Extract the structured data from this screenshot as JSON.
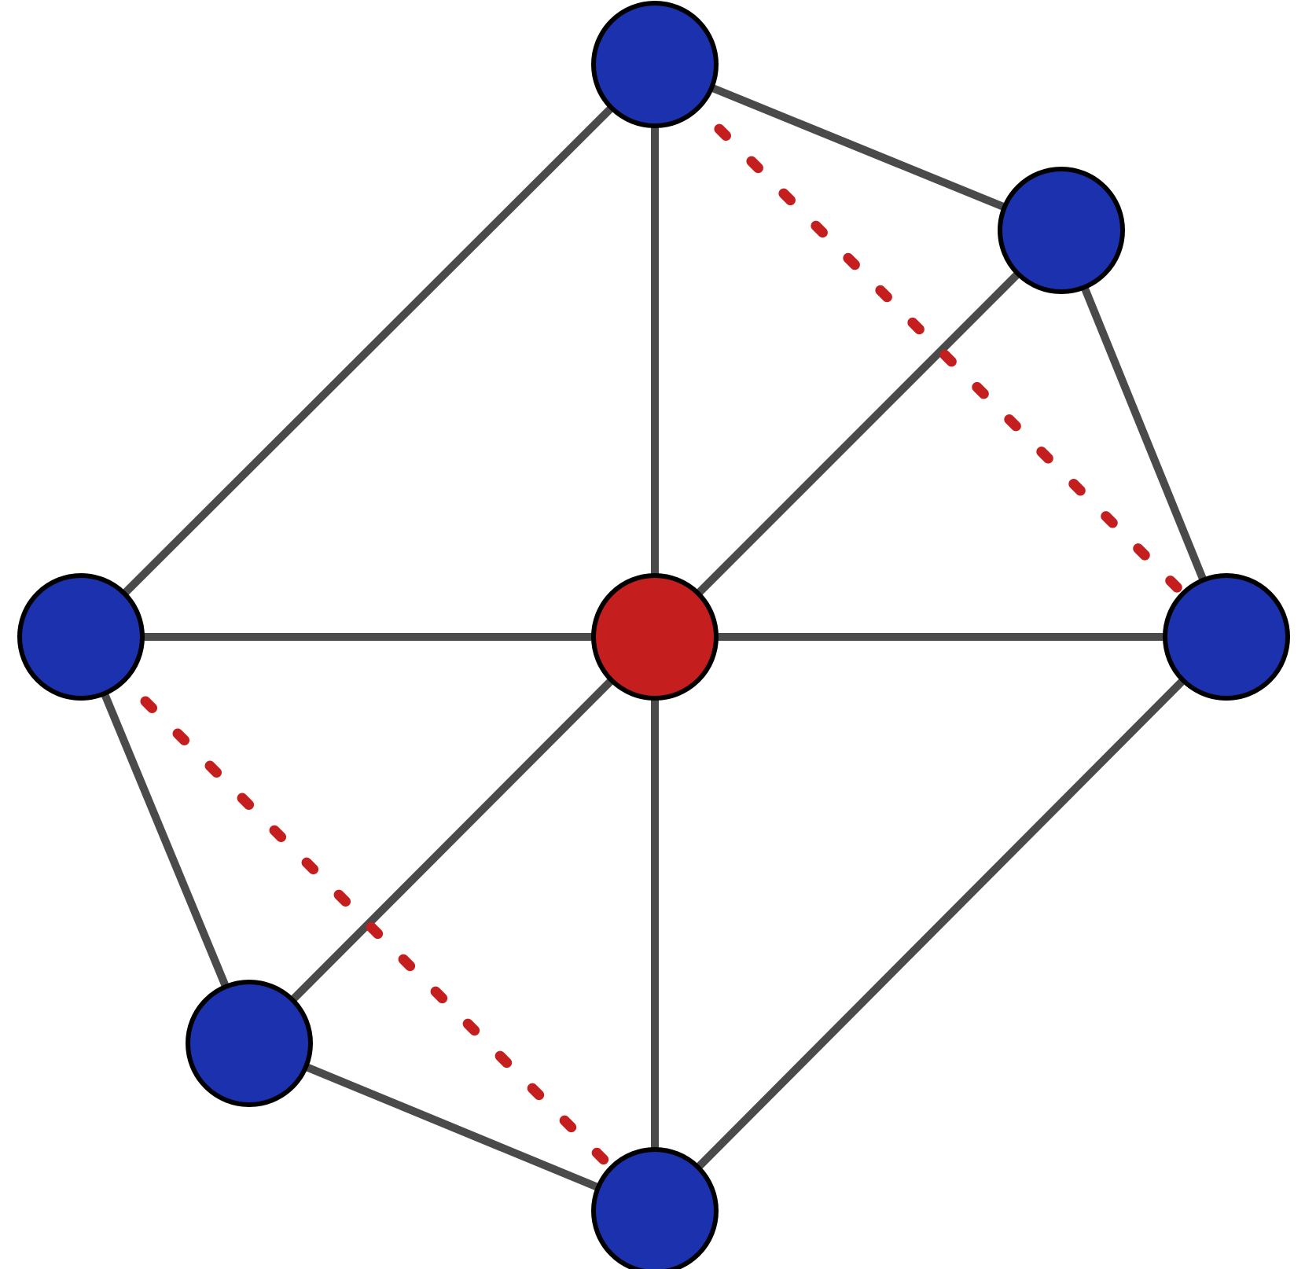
{
  "colors": {
    "background": "#ffffff",
    "edge": "#4a4a4a",
    "dashed_edge": "#c41e1e",
    "outer_node_fill": "#1b31ad",
    "center_node_fill": "#c41e1e",
    "node_stroke": "#000000"
  },
  "graph": {
    "nodes": [
      {
        "id": "top",
        "role": "outer"
      },
      {
        "id": "upper-right",
        "role": "outer"
      },
      {
        "id": "right",
        "role": "outer"
      },
      {
        "id": "bottom",
        "role": "outer"
      },
      {
        "id": "lower-left",
        "role": "outer"
      },
      {
        "id": "left",
        "role": "outer"
      },
      {
        "id": "center",
        "role": "center"
      }
    ],
    "edges": [
      {
        "from": "top",
        "to": "upper-right",
        "style": "solid"
      },
      {
        "from": "upper-right",
        "to": "right",
        "style": "solid"
      },
      {
        "from": "right",
        "to": "bottom",
        "style": "solid"
      },
      {
        "from": "bottom",
        "to": "lower-left",
        "style": "solid"
      },
      {
        "from": "lower-left",
        "to": "left",
        "style": "solid"
      },
      {
        "from": "left",
        "to": "top",
        "style": "solid"
      },
      {
        "from": "center",
        "to": "top",
        "style": "solid"
      },
      {
        "from": "center",
        "to": "upper-right",
        "style": "solid"
      },
      {
        "from": "center",
        "to": "right",
        "style": "solid"
      },
      {
        "from": "center",
        "to": "bottom",
        "style": "solid"
      },
      {
        "from": "center",
        "to": "lower-left",
        "style": "solid"
      },
      {
        "from": "center",
        "to": "left",
        "style": "solid"
      },
      {
        "from": "top",
        "to": "right",
        "style": "dashed"
      },
      {
        "from": "left",
        "to": "bottom",
        "style": "dashed"
      }
    ]
  }
}
